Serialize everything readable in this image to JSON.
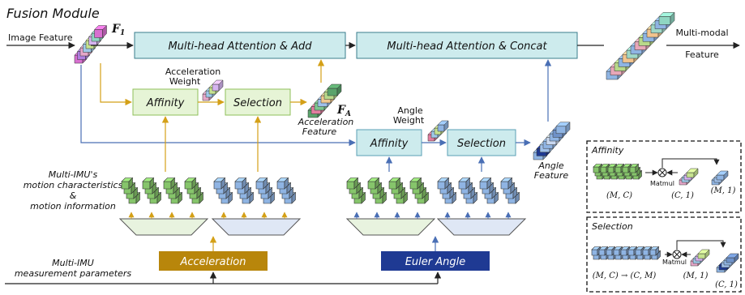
{
  "title": "Fusion Module",
  "inputs": {
    "image_feature": "Image Feature",
    "f1_label": "F",
    "f1_sub": "1",
    "multi_imu_params": [
      "Multi-IMU",
      "measurement parameters"
    ],
    "motion_chars": [
      "Multi-IMU's",
      "motion characteristics",
      "&",
      "motion information"
    ]
  },
  "blocks": {
    "mha_add": "Multi-head Attention & Add",
    "mha_concat": "Multi-head Attention & Concat",
    "affinity": "Affinity",
    "selection": "Selection",
    "acceleration": "Acceleration",
    "euler_angle": "Euler Angle"
  },
  "weights": {
    "accel_weight": [
      "Acceleration",
      "Weight"
    ],
    "angle_weight": [
      "Angle",
      "Weight"
    ]
  },
  "features": {
    "accel_feature": [
      "Acceleration",
      "Feature"
    ],
    "fa_label": "F",
    "fa_sub": "A",
    "angle_feature": [
      "Angle",
      "Feature"
    ],
    "output": [
      "Multi-modal",
      "Feature"
    ]
  },
  "insets": {
    "affinity": {
      "title": "Affinity",
      "op": "Matmul",
      "labels": [
        "(M, C)",
        "(C, 1)",
        "(M, 1)"
      ]
    },
    "selection": {
      "title": "Selection",
      "op": "Matmul",
      "labels": [
        "(M, C) → (C, M)",
        "(M, 1)",
        "(C, 1)"
      ]
    }
  },
  "colors": {
    "block_fill": "#cdebed",
    "block_stroke": "#3a7d8c",
    "small_block_fill": "#e6f4d6",
    "small_block_stroke": "#8fbf5a",
    "accel_fill": "#b8860b",
    "euler_fill": "#1f3a93",
    "green_cube": "#86c56b",
    "blue_cube": "#8fb4e3",
    "accel_line": "#d4a017",
    "angle_line": "#4a6fb5"
  }
}
